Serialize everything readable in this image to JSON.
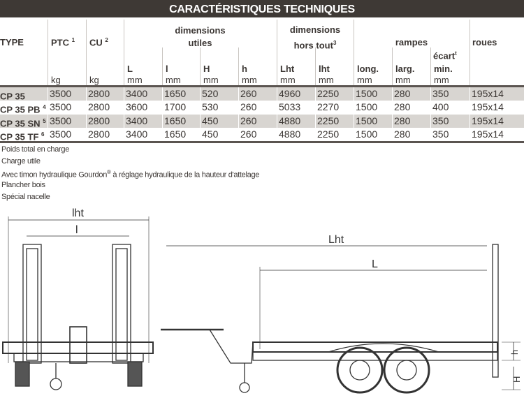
{
  "title": "CARACTÉRISTIQUES TECHNIQUES",
  "headers": {
    "type": "TYPE",
    "ptc": "PTC",
    "ptc_sup": "1",
    "cu": "CU",
    "cu_sup": "2",
    "dim_utiles": [
      "dimensions",
      "utiles"
    ],
    "dim_hors_tout": [
      "dimensions",
      "hors tout"
    ],
    "dim_hors_tout_sup": "3",
    "rampes": "rampes",
    "roues": "roues",
    "ecart": "écart",
    "ecart_sup": "t",
    "cols": [
      {
        "label": "",
        "unit": "kg"
      },
      {
        "label": "",
        "unit": "kg"
      },
      {
        "label": "L",
        "unit": "mm"
      },
      {
        "label": "l",
        "unit": "mm"
      },
      {
        "label": "H",
        "unit": "mm"
      },
      {
        "label": "h",
        "unit": "mm"
      },
      {
        "label": "Lht",
        "unit": "mm"
      },
      {
        "label": "lht",
        "unit": "mm"
      },
      {
        "label": "long.",
        "unit": "mm"
      },
      {
        "label": "larg.",
        "unit": "mm"
      },
      {
        "label": "min.",
        "unit": "mm"
      }
    ]
  },
  "rows": [
    {
      "type": "CP 35",
      "sup": "",
      "values": [
        "3500",
        "2800",
        "3400",
        "1650",
        "520",
        "260",
        "4960",
        "2250",
        "1500",
        "280",
        "350",
        "195x14"
      ]
    },
    {
      "type": "CP 35 PB",
      "sup": "4",
      "values": [
        "3500",
        "2800",
        "3600",
        "1700",
        "530",
        "260",
        "5033",
        "2270",
        "1500",
        "280",
        "400",
        "195x14"
      ]
    },
    {
      "type": "CP 35 SN",
      "sup": "5",
      "values": [
        "3500",
        "2800",
        "3400",
        "1650",
        "450",
        "260",
        "4880",
        "2250",
        "1500",
        "280",
        "350",
        "195x14"
      ]
    },
    {
      "type": "CP 35 TF",
      "sup": "6",
      "values": [
        "3500",
        "2800",
        "3400",
        "1650",
        "450",
        "260",
        "4880",
        "2250",
        "1500",
        "280",
        "350",
        "195x14"
      ]
    }
  ],
  "notes": [
    "Poids total en charge",
    "Charge utile",
    "Avec timon hydraulique Gourdon",
    "Plancher bois",
    "Spécial nacelle"
  ],
  "note3_sup": "®",
  "note3_rest": " à réglage hydraulique de la hauteur d'attelage",
  "drawing": {
    "lht": "lht",
    "l": "l",
    "Lht": "Lht",
    "L": "L",
    "h": "h",
    "H": "H"
  }
}
